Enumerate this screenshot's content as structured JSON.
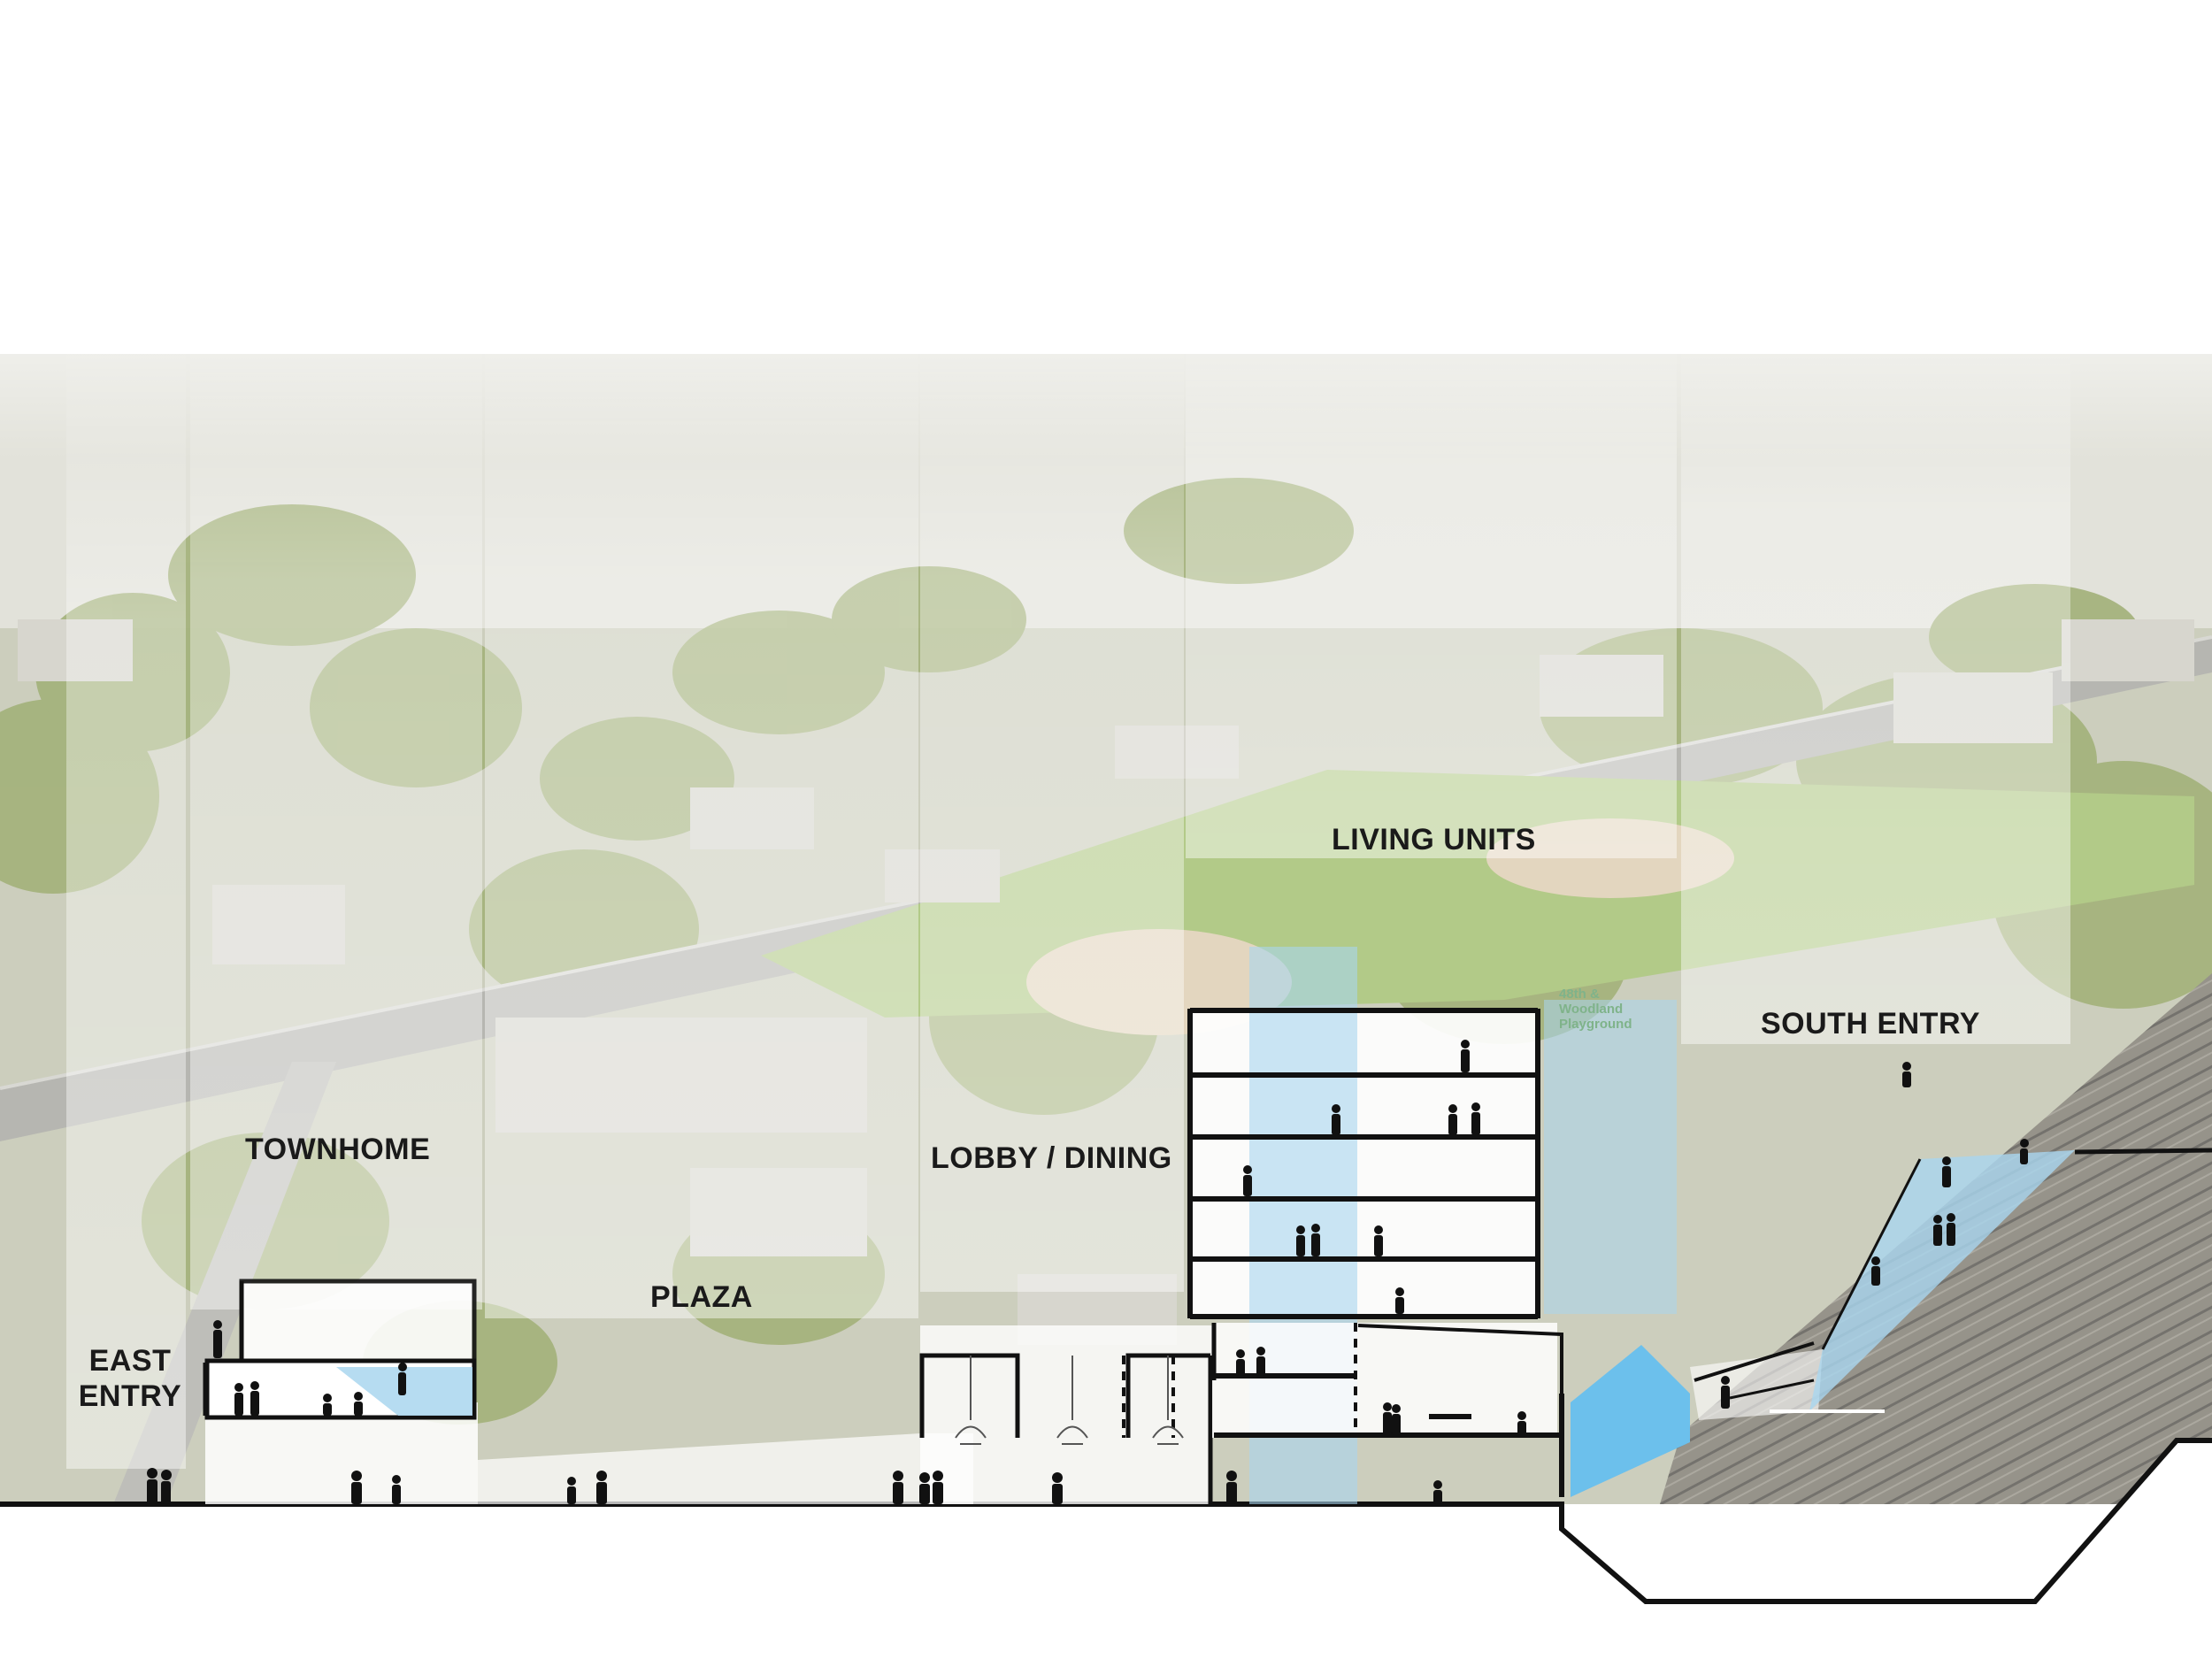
{
  "labels": {
    "east_entry_line1": "EAST",
    "east_entry_line2": "ENTRY",
    "townhome": "TOWNHOME",
    "plaza": "PLAZA",
    "lobby_dining": "LOBBY / DINING",
    "living_units": "LIVING UNITS",
    "south_entry": "SOUTH ENTRY"
  },
  "background_sign": {
    "line1": "48th &",
    "line2": "Woodland",
    "line3": "Playground"
  },
  "colors": {
    "sky": "#ffffff",
    "vegetation": "#8a9a4e",
    "field": "#9bbd62",
    "infield": "#d9c7a7",
    "glass_blue": "#a9d6ef",
    "section_line": "#111111",
    "rail": "#5c5a52"
  }
}
